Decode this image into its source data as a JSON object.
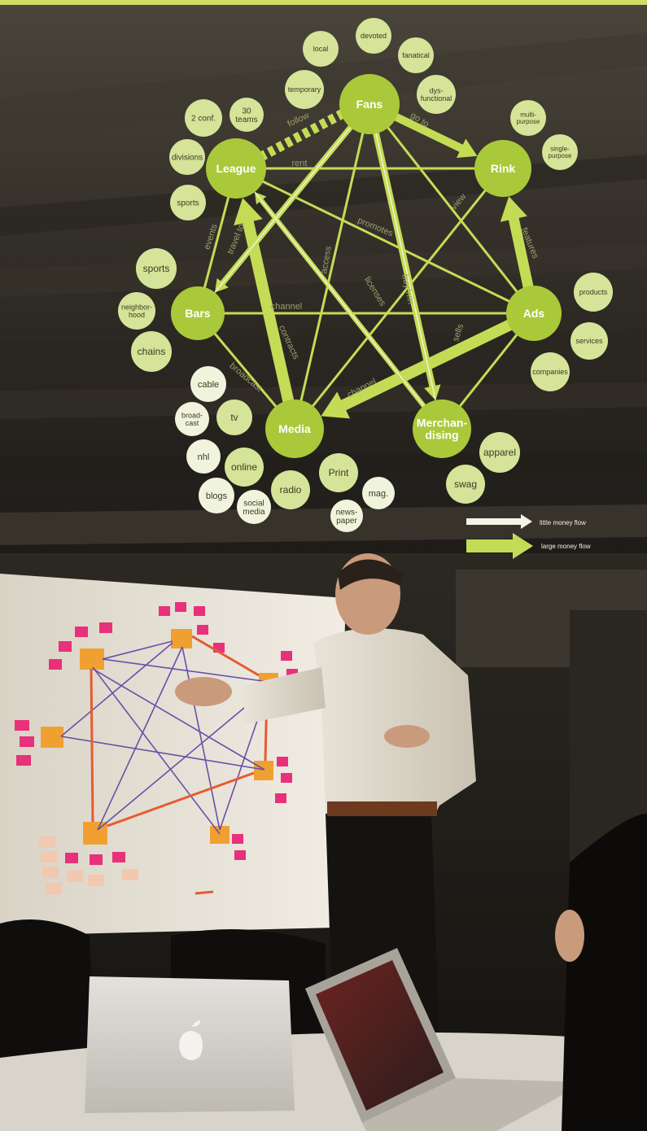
{
  "colors": {
    "top_strip": "#cddc64",
    "major_node": "#a9c93a",
    "minor_node": "#d5e498",
    "pale_node": "#f1f4dc",
    "edge": "#c4dc55",
    "edge_label": "#9aa06a",
    "node_text_major": "#ffffff",
    "node_text_minor": "#3c3a22",
    "background_dark": "#2a2722"
  },
  "nodes": {
    "fans": "Fans",
    "league": "League",
    "rink": "Rink",
    "bars": "Bars",
    "ads": "Ads",
    "media": "Media",
    "merchandising": [
      "Merchan-",
      "dising"
    ]
  },
  "attributes": {
    "local": "local",
    "devoted": "devoted",
    "fanatical": "fanatical",
    "temporary": "temporary",
    "dysfunctional": [
      "dys-",
      "functional"
    ],
    "thirty_teams": [
      "30",
      "teams"
    ],
    "two_conf": "2 conf.",
    "divisions": "divisions",
    "sports_league": "sports",
    "multipurpose": [
      "multi-",
      "purpose"
    ],
    "singlepurpose": [
      "single-",
      "purpose"
    ],
    "sports_bars": "sports",
    "neighborhood": [
      "neighbor-",
      "hood"
    ],
    "chains": "chains",
    "products": "products",
    "services": "services",
    "companies": "companies",
    "cable": "cable",
    "broadcast": [
      "broad-",
      "cast"
    ],
    "tv": "tv",
    "nhl": "nhl",
    "online": "online",
    "blogs": "blogs",
    "social_media": [
      "social",
      "media"
    ],
    "radio": "radio",
    "print": "Print",
    "mag": "mag.",
    "newspaper": [
      "news-",
      "paper"
    ],
    "apparel": "apparel",
    "swag": "swag"
  },
  "edge_labels": {
    "follow": "follow",
    "go_to": "go to",
    "rent": "rent",
    "view": "view",
    "promotes": "promotes",
    "events": "events",
    "travel_to": "travel to",
    "access": "access",
    "licenses": "licenses",
    "buy_win": "buy/win",
    "channel_bars": "channel",
    "contracts": "contracts",
    "sells": "sells",
    "features": "features",
    "broadcast": "broadcast",
    "channel_ads": "channel"
  },
  "legend": {
    "little": "little money flow",
    "large": "large money flow"
  },
  "photo": {
    "board_title": "whiteboard sketch of the hockey business network with sticky notes",
    "laptop_left": "laptop",
    "laptop_right": "laptop"
  }
}
